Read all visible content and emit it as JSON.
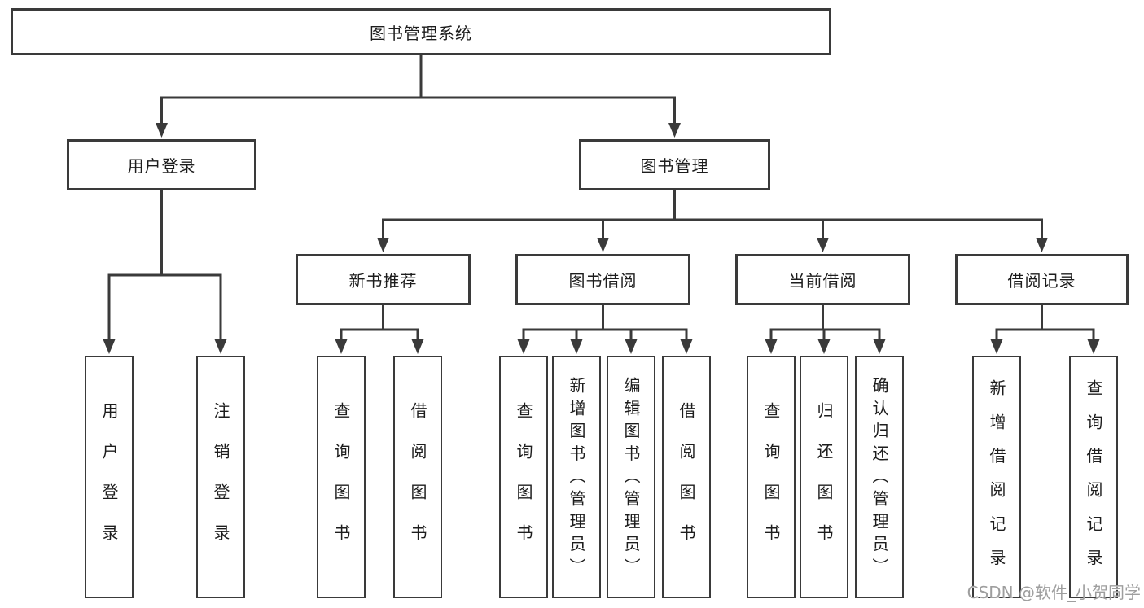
{
  "diagram": {
    "type": "tree",
    "title": "图书管理系统",
    "colors": {
      "line": "#3a3a3a",
      "box_border": "#3a3a3a",
      "box_fill": "#ffffff",
      "text": "#1d1d1d",
      "background": "#ffffff"
    },
    "nodes": [
      {
        "id": "root",
        "label": "图书管理系统",
        "parent": null,
        "orientation": "horizontal"
      },
      {
        "id": "user-login",
        "label": "用户登录",
        "parent": "root",
        "orientation": "horizontal"
      },
      {
        "id": "book-mgmt",
        "label": "图书管理",
        "parent": "root",
        "orientation": "horizontal"
      },
      {
        "id": "new-book-rec",
        "label": "新书推荐",
        "parent": "book-mgmt",
        "orientation": "horizontal"
      },
      {
        "id": "book-borrow",
        "label": "图书借阅",
        "parent": "book-mgmt",
        "orientation": "horizontal"
      },
      {
        "id": "current-borrow",
        "label": "当前借阅",
        "parent": "book-mgmt",
        "orientation": "horizontal"
      },
      {
        "id": "borrow-records",
        "label": "借阅记录",
        "parent": "book-mgmt",
        "orientation": "horizontal"
      },
      {
        "id": "leaf-user-login",
        "label": "用户登录",
        "parent": "user-login",
        "orientation": "vertical"
      },
      {
        "id": "leaf-logout",
        "label": "注销登录",
        "parent": "user-login",
        "orientation": "vertical"
      },
      {
        "id": "rec-query-book",
        "label": "查询图书",
        "parent": "new-book-rec",
        "orientation": "vertical"
      },
      {
        "id": "rec-borrow-book",
        "label": "借阅图书",
        "parent": "new-book-rec",
        "orientation": "vertical"
      },
      {
        "id": "bb-query-book",
        "label": "查询图书",
        "parent": "book-borrow",
        "orientation": "vertical"
      },
      {
        "id": "bb-add-book",
        "label": "新增图书（管理员）",
        "parent": "book-borrow",
        "orientation": "vertical"
      },
      {
        "id": "bb-edit-book",
        "label": "编辑图书（管理员）",
        "parent": "book-borrow",
        "orientation": "vertical"
      },
      {
        "id": "bb-borrow-book",
        "label": "借阅图书",
        "parent": "book-borrow",
        "orientation": "vertical"
      },
      {
        "id": "cb-query-book",
        "label": "查询图书",
        "parent": "current-borrow",
        "orientation": "vertical"
      },
      {
        "id": "cb-return-book",
        "label": "归还图书",
        "parent": "current-borrow",
        "orientation": "vertical"
      },
      {
        "id": "cb-confirm-return",
        "label": "确认归还（管理员）",
        "parent": "current-borrow",
        "orientation": "vertical"
      },
      {
        "id": "br-add-record",
        "label": "新增借阅记录",
        "parent": "borrow-records",
        "orientation": "vertical"
      },
      {
        "id": "br-query-record",
        "label": "查询借阅记录",
        "parent": "borrow-records",
        "orientation": "vertical"
      }
    ]
  },
  "watermark": {
    "text": "CSDN @软件_小贺同学",
    "color": "#9e9e9e"
  }
}
